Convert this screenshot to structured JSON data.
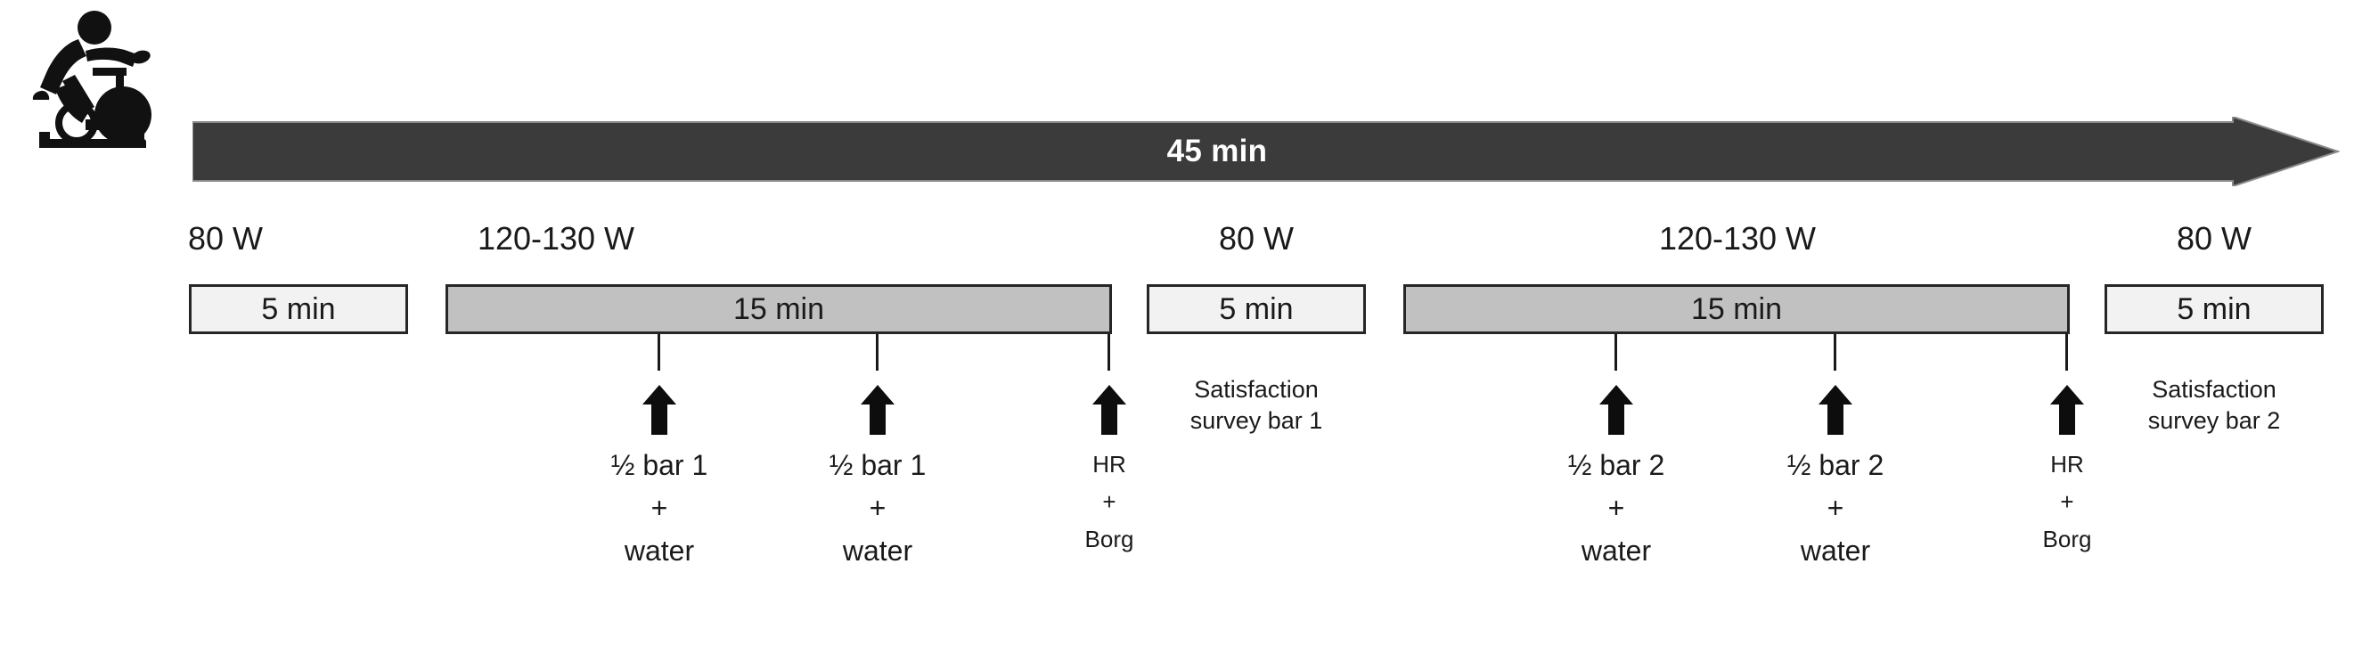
{
  "figure": {
    "type": "exercise-protocol-timeline",
    "icon": "stationary-bike-icon",
    "total_duration": "45 min",
    "colors": {
      "arrow_bar": "#3b3b3b",
      "arrow_bar_text": "#ffffff",
      "box_border": "#262626",
      "box_light_fill": "#f2f2f2",
      "box_dark_fill": "#c1c1c1",
      "text": "#1a1a1a",
      "background": "#ffffff"
    }
  },
  "stages": [
    {
      "id": "warmup",
      "power": "80 W",
      "duration": "5 min",
      "shade": "light"
    },
    {
      "id": "work-1",
      "power": "120-130 W",
      "duration": "15 min",
      "shade": "dark"
    },
    {
      "id": "recovery-1",
      "power": "80 W",
      "duration": "5 min",
      "shade": "light"
    },
    {
      "id": "work-2",
      "power": "120-130 W",
      "duration": "15 min",
      "shade": "dark"
    },
    {
      "id": "recovery-2",
      "power": "80 W",
      "duration": "5 min",
      "shade": "light"
    }
  ],
  "events": [
    {
      "id": "bar1-a",
      "lines": [
        "½ bar 1",
        "+",
        "water"
      ],
      "size": "big"
    },
    {
      "id": "bar1-b",
      "lines": [
        "½ bar 1",
        "+",
        "water"
      ],
      "size": "big"
    },
    {
      "id": "hr-borg-1",
      "lines": [
        "HR",
        "+",
        "Borg"
      ],
      "size": "small"
    },
    {
      "id": "bar2-a",
      "lines": [
        "½ bar 2",
        "+",
        "water"
      ],
      "size": "big"
    },
    {
      "id": "bar2-b",
      "lines": [
        "½ bar 2",
        "+",
        "water"
      ],
      "size": "big"
    },
    {
      "id": "hr-borg-2",
      "lines": [
        "HR",
        "+",
        "Borg"
      ],
      "size": "small"
    }
  ],
  "surveys": [
    {
      "id": "survey-1",
      "line1": "Satisfaction",
      "line2": "survey bar 1"
    },
    {
      "id": "survey-2",
      "id2": "",
      "line1": "Satisfaction",
      "line2": "survey bar 2"
    }
  ]
}
